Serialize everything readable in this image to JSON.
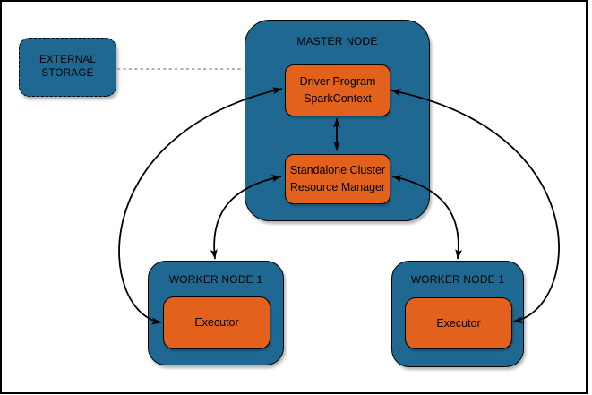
{
  "external_storage": {
    "line1": "EXTERNAL",
    "line2": "STORAGE"
  },
  "master_node": {
    "title": "MASTER NODE"
  },
  "driver_program": {
    "line1": "Driver Program",
    "line2": "SparkContext"
  },
  "resource_manager": {
    "line1": "Standalone Cluster",
    "line2": "Resource Manager"
  },
  "worker_node_left": {
    "title": "WORKER NODE 1",
    "executor_label": "Executor"
  },
  "worker_node_right": {
    "title": "WORKER NODE 1",
    "executor_label": "Executor"
  },
  "colors": {
    "node_blue": "#1F6892",
    "box_orange": "#E2611C",
    "edge_black": "#000000",
    "dashed_connector_gray": "#999999",
    "frame_border": "#000000",
    "background": "#FFFFFF"
  },
  "edges": [
    {
      "from": "driver_program",
      "to": "left_executor",
      "bidirectional": true,
      "style": "solid-curve"
    },
    {
      "from": "driver_program",
      "to": "right_executor",
      "bidirectional": true,
      "style": "solid-curve"
    },
    {
      "from": "resource_manager",
      "to": "left_worker_node",
      "bidirectional": true,
      "style": "solid-curve"
    },
    {
      "from": "resource_manager",
      "to": "right_worker_node",
      "bidirectional": true,
      "style": "solid-curve"
    },
    {
      "from": "driver_program",
      "to": "resource_manager",
      "bidirectional": true,
      "style": "solid-straight"
    },
    {
      "from": "external_storage",
      "to": "master_node",
      "bidirectional": false,
      "style": "dashed-no-arrowheads"
    }
  ]
}
